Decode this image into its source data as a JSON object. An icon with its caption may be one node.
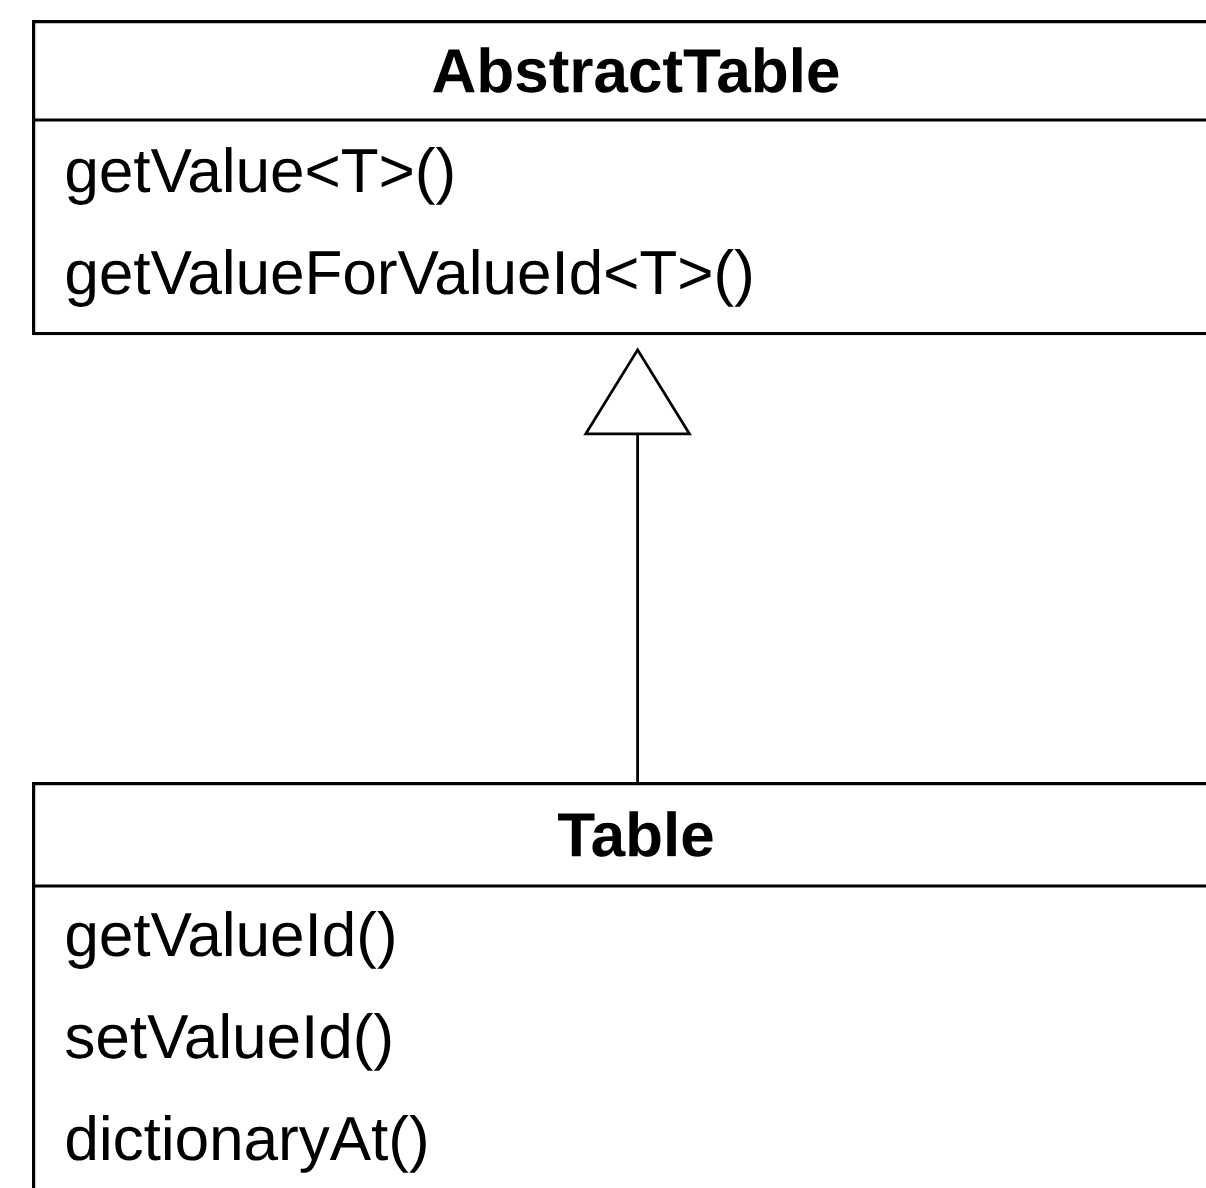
{
  "diagram": {
    "nodes": [
      {
        "text": [
          "AbstractTable",
          "getValue<T>()",
          "getValueForValueId<T>()"
        ]
      },
      {
        "text": [
          "Table",
          "getValueId()",
          "setValueId()",
          "dictionaryAt()"
        ]
      }
    ],
    "edges": [
      {
        "from": 1,
        "to": 0,
        "arrow": "to"
      }
    ]
  }
}
